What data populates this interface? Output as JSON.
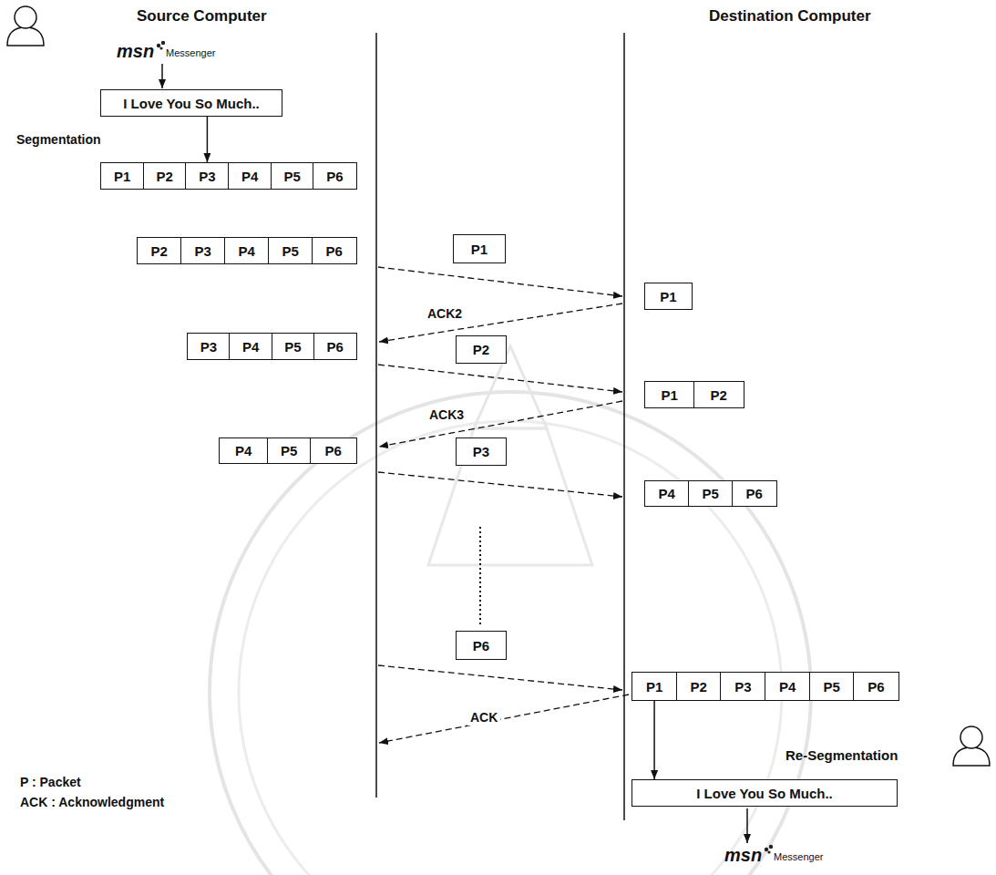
{
  "diagram": {
    "nodes": [
      {
        "text": [
          "I Love You So Much.."
        ]
      },
      {
        "text": [
          "P1"
        ]
      },
      {
        "text": [
          "P2"
        ]
      },
      {
        "text": [
          "P3"
        ]
      },
      {
        "text": [
          "P4"
        ]
      },
      {
        "text": [
          "P5"
        ]
      },
      {
        "text": [
          "P6"
        ]
      },
      {
        "text": [
          "P2"
        ]
      },
      {
        "text": [
          "P3"
        ]
      },
      {
        "text": [
          "P4"
        ]
      },
      {
        "text": [
          "P5"
        ]
      },
      {
        "text": [
          "P6"
        ]
      },
      {
        "text": [
          "P1"
        ]
      },
      {
        "text": [
          "P1"
        ]
      },
      {
        "text": [
          "P3"
        ]
      },
      {
        "text": [
          "P4"
        ]
      },
      {
        "text": [
          "P5"
        ]
      },
      {
        "text": [
          "P6"
        ]
      },
      {
        "text": [
          "P2"
        ]
      },
      {
        "text": [
          "P1"
        ]
      },
      {
        "text": [
          "P2"
        ]
      },
      {
        "text": [
          "P4"
        ]
      },
      {
        "text": [
          "P5"
        ]
      },
      {
        "text": [
          "P6"
        ]
      },
      {
        "text": [
          "P3"
        ]
      },
      {
        "text": [
          "P4"
        ]
      },
      {
        "text": [
          "P5"
        ]
      },
      {
        "text": [
          "P6"
        ]
      },
      {
        "text": [
          "P6"
        ]
      },
      {
        "text": [
          "P1"
        ]
      },
      {
        "text": [
          "P2"
        ]
      },
      {
        "text": [
          "P3"
        ]
      },
      {
        "text": [
          "P4"
        ]
      },
      {
        "text": [
          "P5"
        ]
      },
      {
        "text": [
          "P6"
        ]
      },
      {
        "text": [
          "I Love You So Much.."
        ]
      }
    ],
    "edges": [
      {
        "from": 0,
        "to": 3,
        "arrow": "to"
      },
      {
        "from": 29,
        "to": 35,
        "arrow": "to"
      }
    ],
    "labels": [
      "Source Computer",
      "Destination Computer",
      "msn",
      "Messenger",
      "Segmentation",
      "ACK2",
      "ACK3",
      "ACK",
      "Re-Segmentation",
      "msn",
      "Messenger",
      "P : Packet",
      "ACK : Acknowledgment"
    ]
  }
}
